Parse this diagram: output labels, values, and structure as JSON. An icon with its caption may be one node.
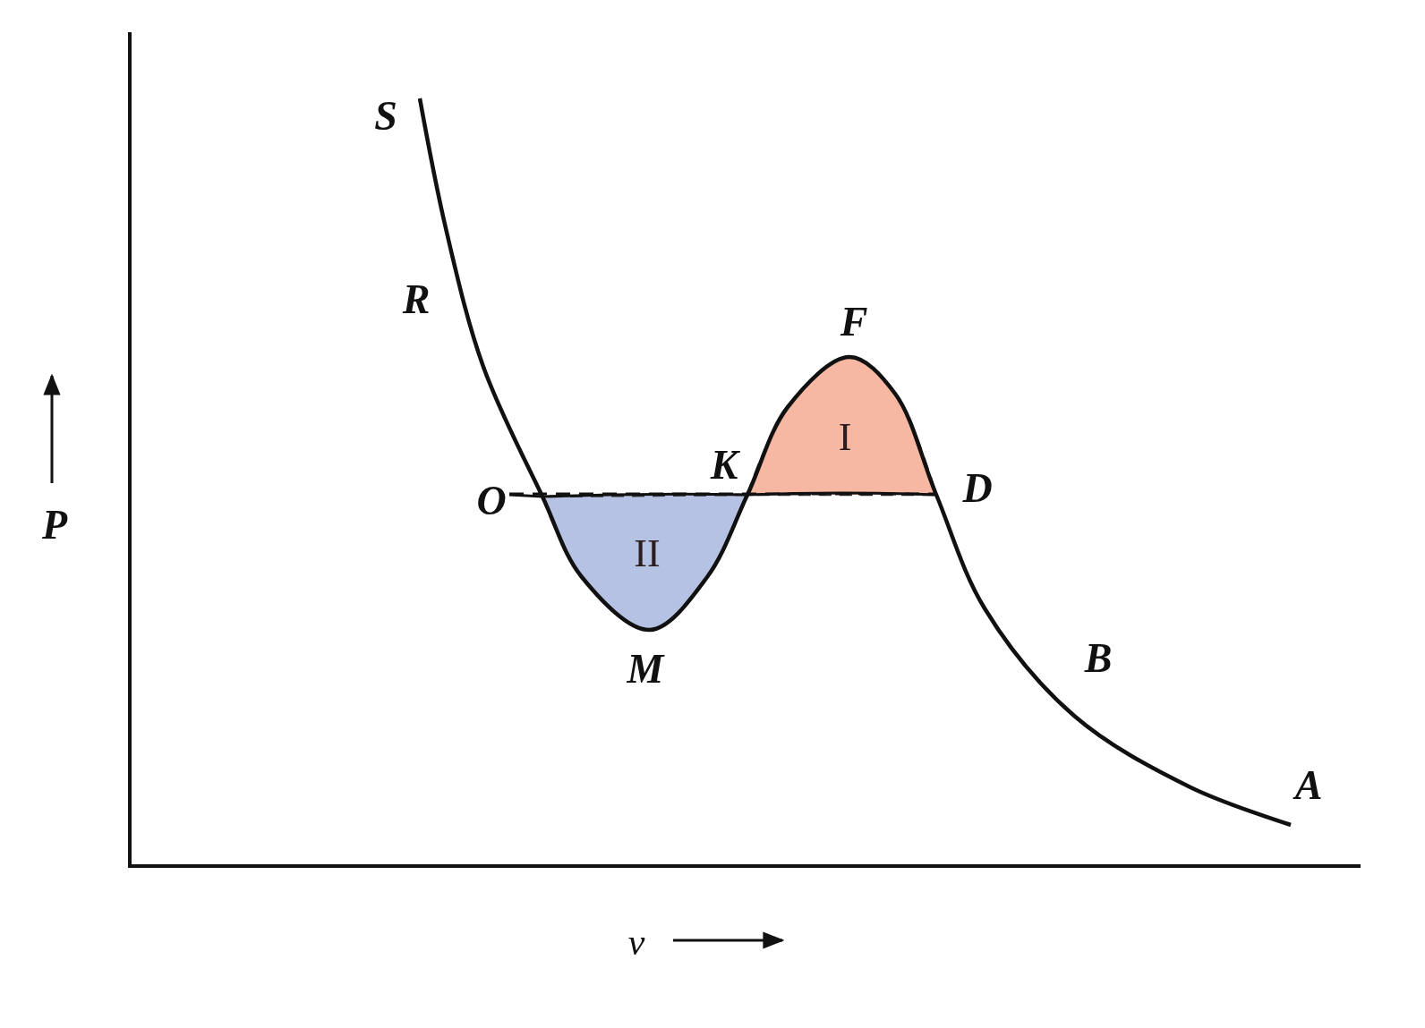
{
  "diagram": {
    "nodes": [
      {
        "text": [
          "II"
        ]
      },
      {
        "text": [
          "I"
        ]
      }
    ],
    "labels": [
      "S",
      "R",
      "F",
      "K",
      "O",
      "D",
      "M",
      "B",
      "A",
      "P",
      "v"
    ]
  }
}
